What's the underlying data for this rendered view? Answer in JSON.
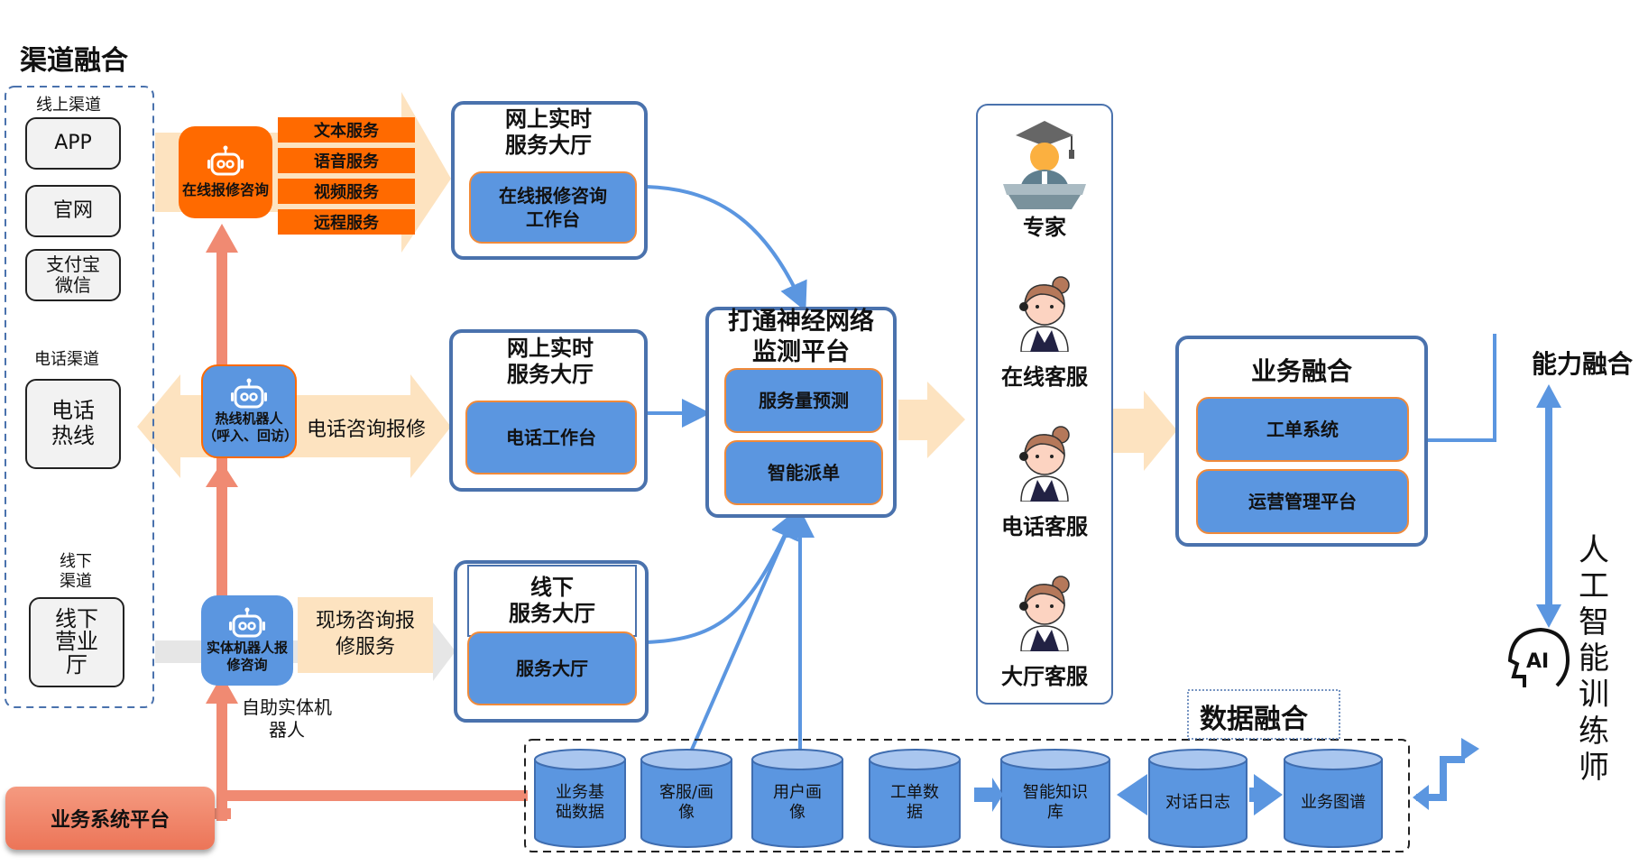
{
  "titles": {
    "channel_fusion": "渠道融合",
    "ability_fusion": "能力融合",
    "data_fusion": "数据融合",
    "business_fusion": "业务融合"
  },
  "channels": {
    "online_label": "线上渠道",
    "online_items": [
      "APP",
      "官网",
      "支付宝\n微信"
    ],
    "phone_label": "电话渠道",
    "phone_item": "电话\n热线",
    "offline_label": "线下\n渠道",
    "offline_item": "线下\n营业\n厅"
  },
  "robots": {
    "online": "在线报修咨询",
    "hotline": "热线机器人\n（呼入、回访）",
    "physical": "实体机器人报\n修咨询"
  },
  "services": [
    "文本服务",
    "语音服务",
    "视频服务",
    "远程服务"
  ],
  "phone_service_label": "电话咨询报修",
  "onsite_service_label": "现场咨询报\n修服务",
  "self_service_robot_label": "自助实体机\n器人",
  "business_platform": "业务系统平台",
  "halls": [
    {
      "title": "网上实时\n服务大厅",
      "workbench": "在线报修咨询\n工作台"
    },
    {
      "title": "网上实时\n服务大厅",
      "workbench": "电话工作台"
    },
    {
      "title": "线下\n服务大厅",
      "workbench": "服务大厅"
    }
  ],
  "monitor_platform": {
    "title": "打通神经网络\n监测平台",
    "modules": [
      "服务量预测",
      "智能派单"
    ]
  },
  "staff": [
    "专家",
    "在线客服",
    "电话客服",
    "大厅客服"
  ],
  "business_modules": [
    "工单系统",
    "运营管理平台"
  ],
  "ai_trainer": "人\n工\n智\n能\n训\n练\n师",
  "ai_icon_label": "AI",
  "databases": [
    "业务基\n础数据",
    "客服/画\n像",
    "用户画\n像",
    "工单数\n据",
    "智能知识\n库",
    "对话日志",
    "业务图谱"
  ],
  "colors": {
    "orange": "#ff6a00",
    "blue": "#5b96e0",
    "border_blue": "#4a72ad",
    "salmon": "#f08a72",
    "peach": "#fde3c0"
  }
}
